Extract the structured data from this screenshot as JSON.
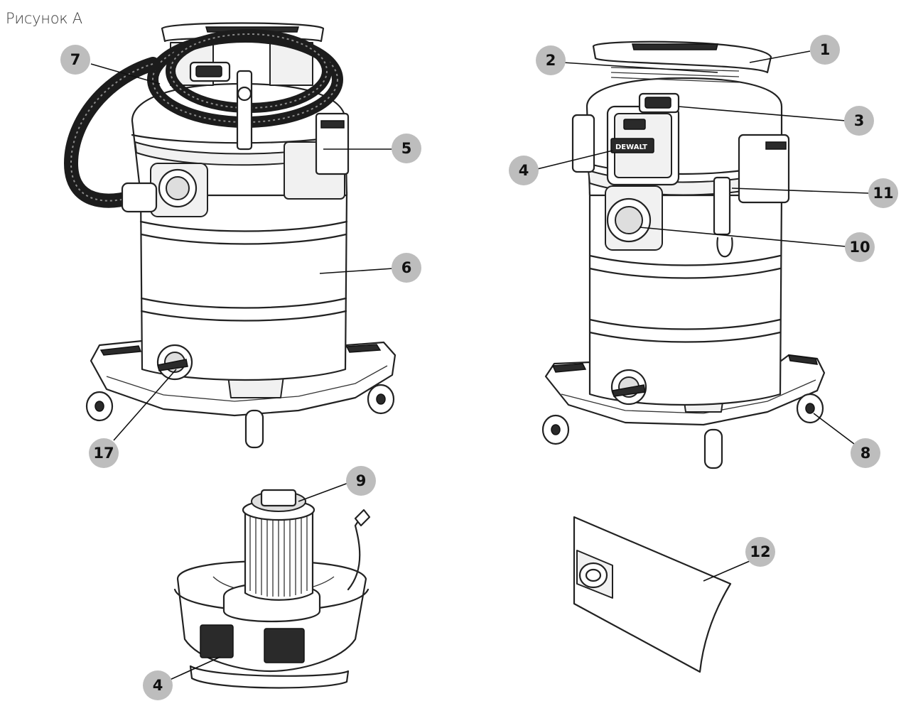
{
  "figure": {
    "title": "Рисунок А",
    "logo_text": "DEWALT"
  },
  "callouts": [
    {
      "id": "callout-7",
      "label": "7"
    },
    {
      "id": "callout-5",
      "label": "5"
    },
    {
      "id": "callout-6",
      "label": "6"
    },
    {
      "id": "callout-17",
      "label": "17"
    },
    {
      "id": "callout-9",
      "label": "9"
    },
    {
      "id": "callout-4a",
      "label": "4"
    },
    {
      "id": "callout-1",
      "label": "1"
    },
    {
      "id": "callout-2",
      "label": "2"
    },
    {
      "id": "callout-3",
      "label": "3"
    },
    {
      "id": "callout-4b",
      "label": "4"
    },
    {
      "id": "callout-11",
      "label": "11"
    },
    {
      "id": "callout-10",
      "label": "10"
    },
    {
      "id": "callout-8",
      "label": "8"
    },
    {
      "id": "callout-12",
      "label": "12"
    }
  ]
}
